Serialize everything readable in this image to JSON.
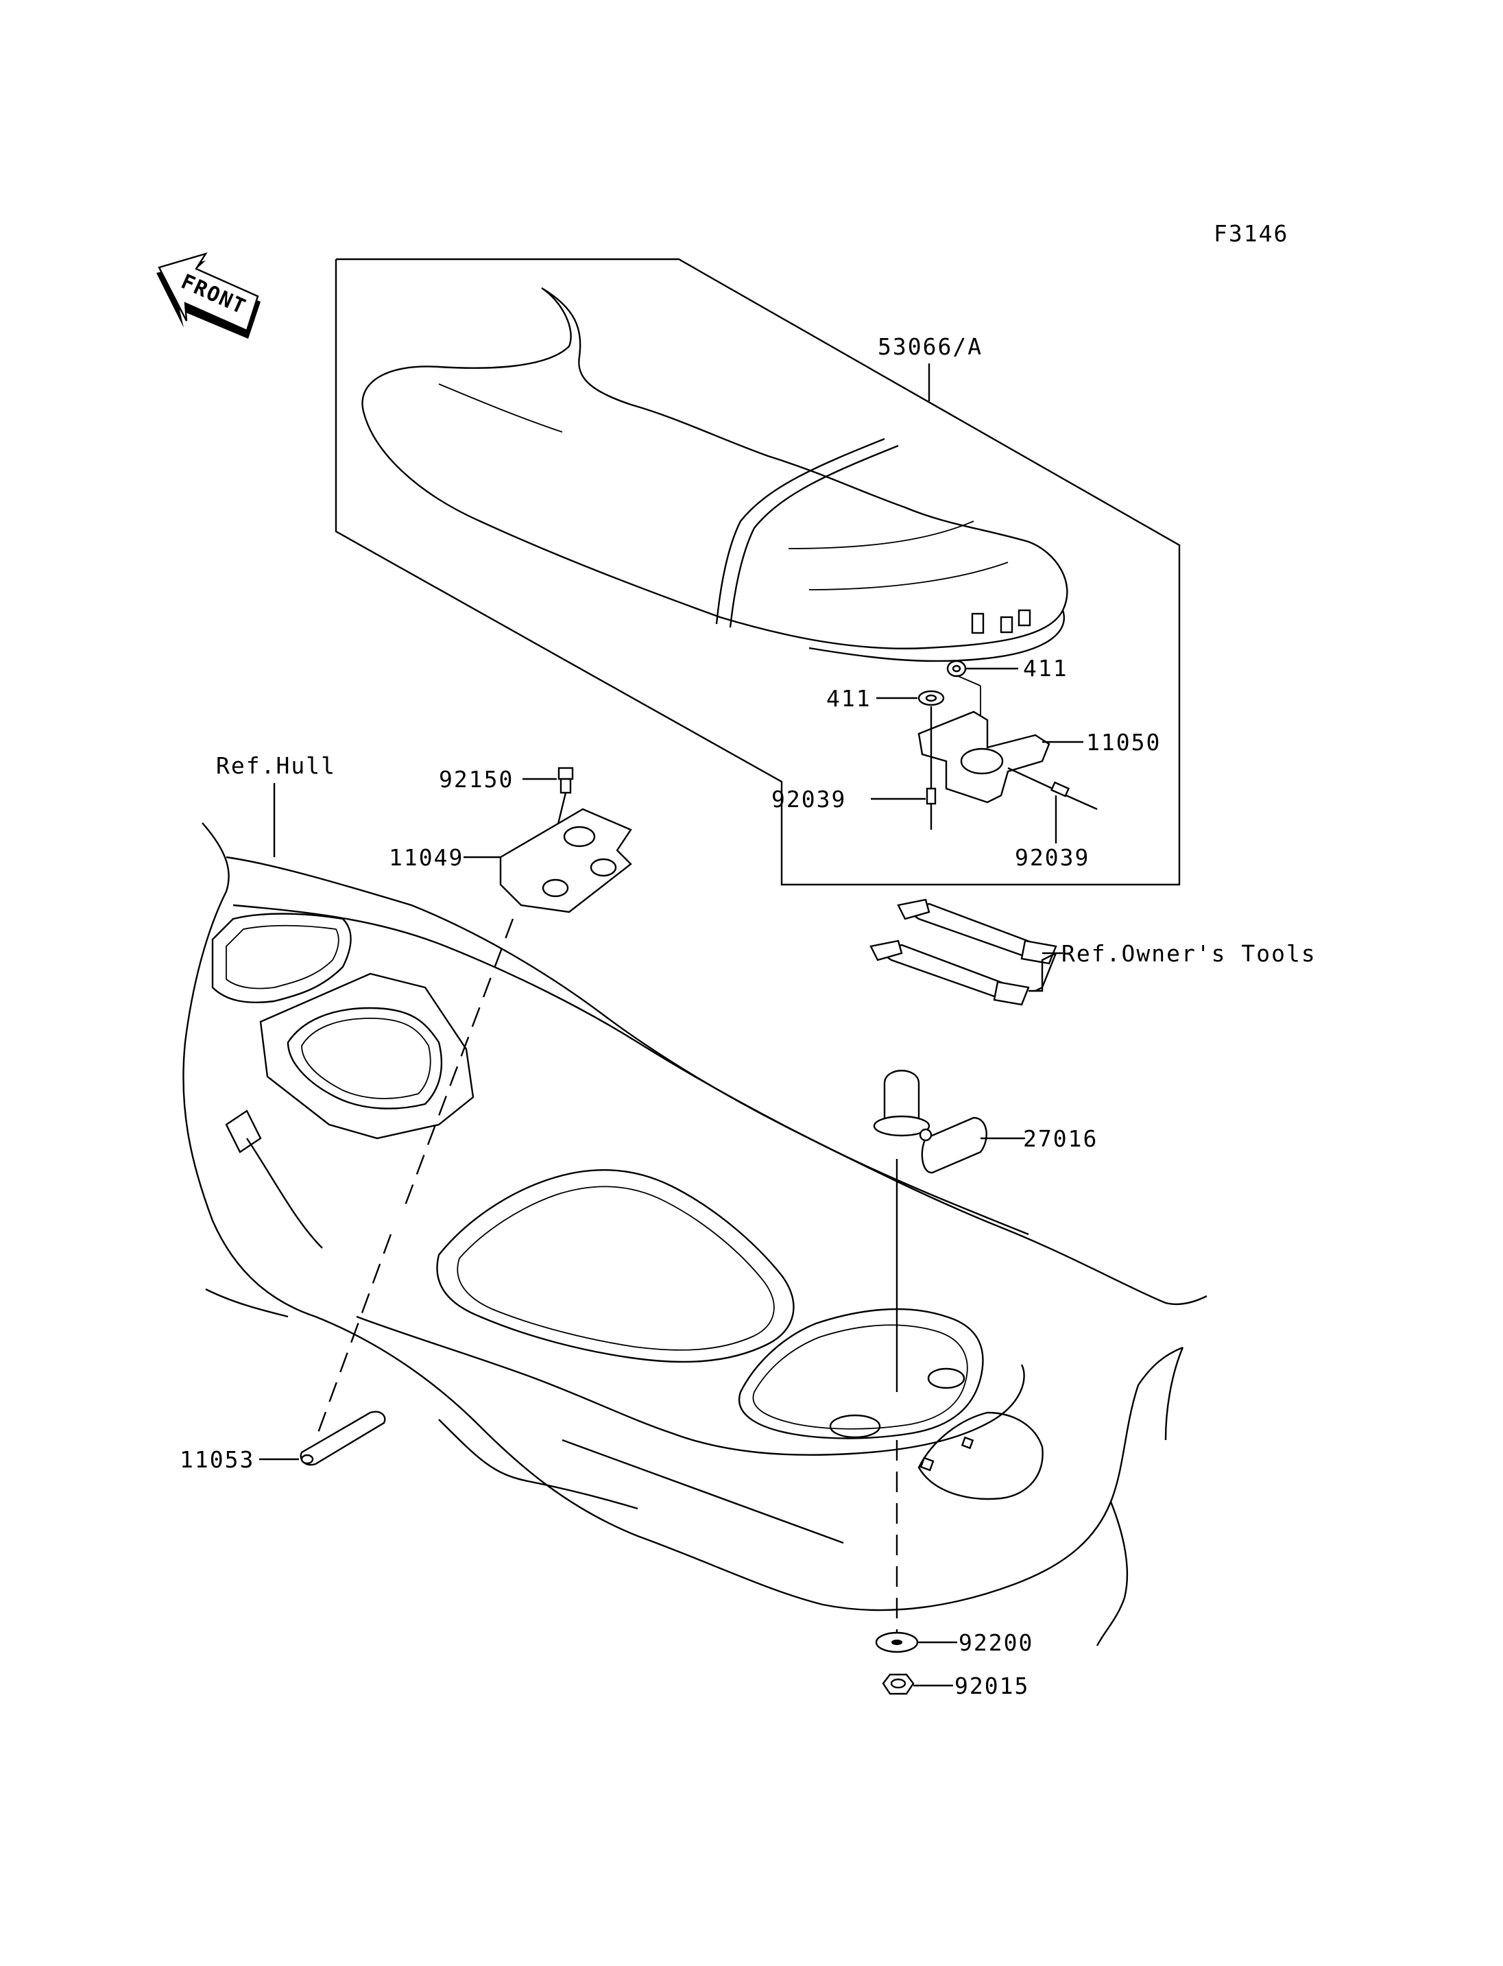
{
  "diagram_code": "F3146",
  "front_arrow_label": "FRONT",
  "labels": {
    "seat": "53066/A",
    "washer_upper": "411",
    "washer_lower": "411",
    "bracket": "11050",
    "rivet_left": "92039",
    "rivet_right": "92039",
    "ref_hull": "Ref.Hull",
    "bolt": "92150",
    "hook": "11049",
    "ref_owners_tools": "Ref.Owner's Tools",
    "cap": "27016",
    "plate": "11053",
    "washer_bottom": "92200",
    "nut": "92015"
  },
  "colors": {
    "line": "#000000",
    "background": "#ffffff"
  }
}
